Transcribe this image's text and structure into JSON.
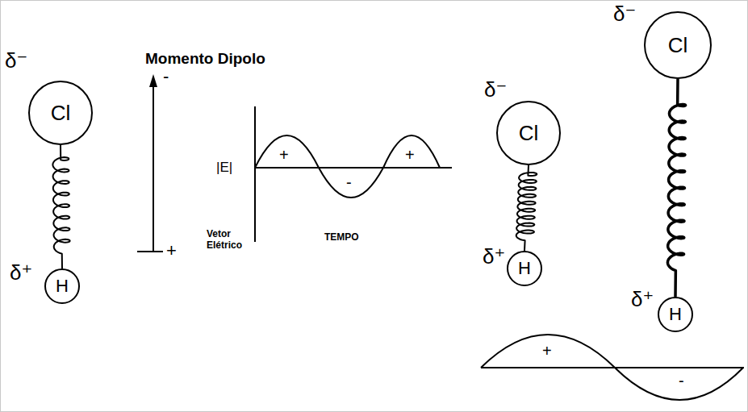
{
  "diagram": {
    "title": "Momento Dipolo",
    "nodes": [
      {
        "text": [
          "Cl"
        ]
      },
      {
        "text": [
          "H"
        ]
      },
      {
        "text": [
          "Cl"
        ]
      },
      {
        "text": [
          "H"
        ]
      },
      {
        "text": [
          "Cl"
        ]
      },
      {
        "text": [
          "H"
        ]
      }
    ],
    "edges": [
      {
        "from": 0,
        "to": 1,
        "arrow": "none"
      },
      {
        "from": 2,
        "to": 3,
        "arrow": "none"
      },
      {
        "from": 4,
        "to": 5,
        "arrow": "none"
      }
    ],
    "labels": [
      "δ⁻",
      "δ⁺",
      "-",
      "+",
      "|E|",
      "+",
      "-",
      "+",
      "Vetor Elétrico",
      "TEMPO",
      "δ⁻",
      "δ⁺",
      "δ⁻",
      "δ⁺",
      "+",
      "-"
    ]
  }
}
